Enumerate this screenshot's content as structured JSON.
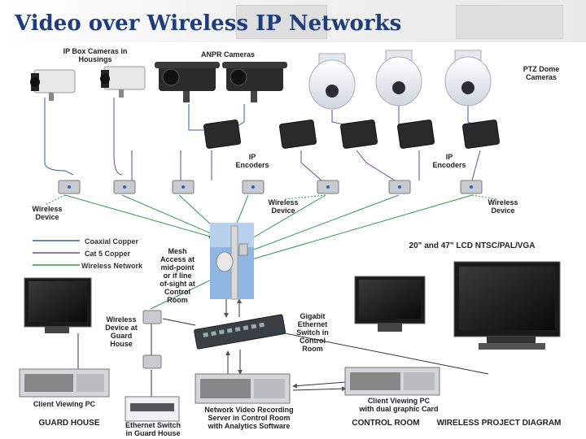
{
  "title": "Video over Wireless IP Networks",
  "labels": {
    "ip_box_cameras": "IP Box Cameras in\nHousings",
    "anpr_cameras": "ANPR Cameras",
    "ptz_dome_cameras": "PTZ Dome\nCameras",
    "ip_encoders_left": "IP\nEncoders",
    "ip_encoders_right": "IP\nEncoders",
    "wireless_device_left": "Wireless\nDevice",
    "wireless_device_center": "Wireless\nDevice",
    "wireless_device_right": "Wireless\nDevice",
    "mesh_access": "Mesh\nAccess at\nmid-point\nor if line\nof-sight at\nControl\nRoom",
    "lcd_monitors": "20\" and 47\" LCD NTSC/PAL/VGA",
    "wireless_guard_house": "Wireless\nDevice at\nGuard\nHouse",
    "gigabit_switch": "Gigabit\nEthernet\nSwitch in\nControl\nRoom",
    "client_pc_left": "Client Viewing PC",
    "nvr_server": "Network Video Recording\nServer in Control Room\nwith Analytics Software",
    "client_pc_right": "Client Viewing PC\nwith dual graphic Card",
    "guard_house": "GUARD HOUSE",
    "ethernet_guard": "Ethernet Switch\nin Guard House",
    "control_room": "CONTROL ROOM",
    "project_diagram": "WIRELESS PROJECT DIAGRAM"
  },
  "legend": [
    {
      "label": "Coaxial Copper",
      "color": "#2f5fb3"
    },
    {
      "label": "Cat 5 Copper",
      "color": "#6a4a9a"
    },
    {
      "label": "Wireless Network",
      "color": "#2e9a4a"
    }
  ]
}
